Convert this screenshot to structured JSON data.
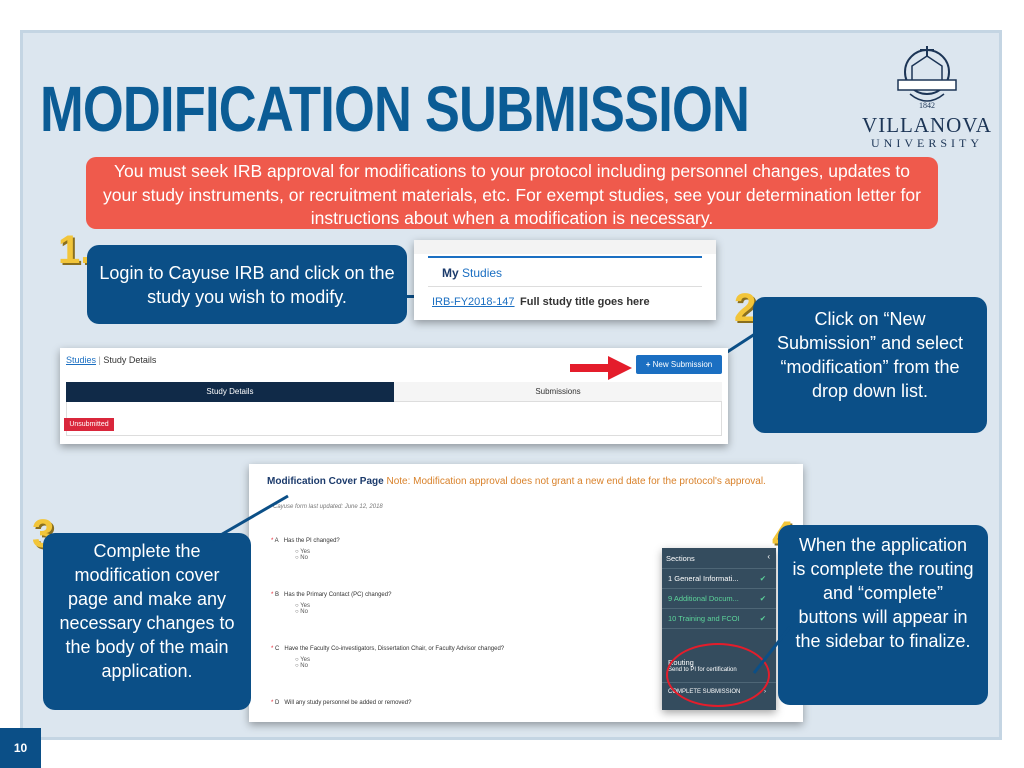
{
  "slide": {
    "title": "MODIFICATION SUBMISSION",
    "page_number": "10",
    "intro": "You must seek IRB approval for modifications to your protocol including personnel changes, updates to your study instruments, or recruitment materials, etc. For exempt studies, see your determination letter for instructions about when a modification is necessary."
  },
  "logo": {
    "name": "VILLANOVA",
    "sub": "UNIVERSITY",
    "year": "1842"
  },
  "steps": [
    {
      "number": "1.",
      "text": "Login to Cayuse IRB and click on the study you wish to modify."
    },
    {
      "number": "2.",
      "text": "Click on “New Submission” and select “modification” from the drop down list."
    },
    {
      "number": "3.",
      "text": "Complete the modification cover page and make any necessary changes to the body of the main application."
    },
    {
      "number": "4.",
      "text": "When the application is complete the routing and “complete” buttons will appear in the sidebar to finalize."
    }
  ],
  "my_studies": {
    "heading_my": "My",
    "heading_studies": "Studies",
    "study_id": "IRB-FY2018-147",
    "study_title": "Full study title goes here"
  },
  "study_details": {
    "breadcrumb_link": "Studies",
    "breadcrumb_current": "Study Details",
    "new_submission_label": "New Submission",
    "tab_active": "Study Details",
    "tab_other": "Submissions",
    "status_badge": "Unsubmitted",
    "accent_color": "#1b6fc2"
  },
  "cover_page": {
    "heading": "Modification Cover Page",
    "note": "Note: Modification approval does not grant a new end date for the protocol's approval.",
    "form_updated": "Cayuse form last updated: June 12, 2018",
    "questions": [
      {
        "letter": "A",
        "text": "Has the PI changed?",
        "options": [
          "Yes",
          "No"
        ]
      },
      {
        "letter": "B",
        "text": "Has the Primary Contact (PC) changed?",
        "options": [
          "Yes",
          "No"
        ]
      },
      {
        "letter": "C",
        "text": "Have the Faculty Co-investigators, Dissertation Chair, or Faculty Advisor changed?",
        "options": [
          "Yes",
          "No"
        ]
      },
      {
        "letter": "D",
        "text": "Will any study personnel be added or removed?",
        "options": []
      }
    ]
  },
  "sidebar": {
    "header": "Sections",
    "items": [
      {
        "label": "1 General Informati..."
      },
      {
        "label": "9 Additional Docum..."
      },
      {
        "label": "10 Training and FCOI"
      }
    ],
    "routing_label": "Routing",
    "routing_sub": "Send to PI for certification",
    "complete_label": "COMPLETE SUBMISSION"
  }
}
